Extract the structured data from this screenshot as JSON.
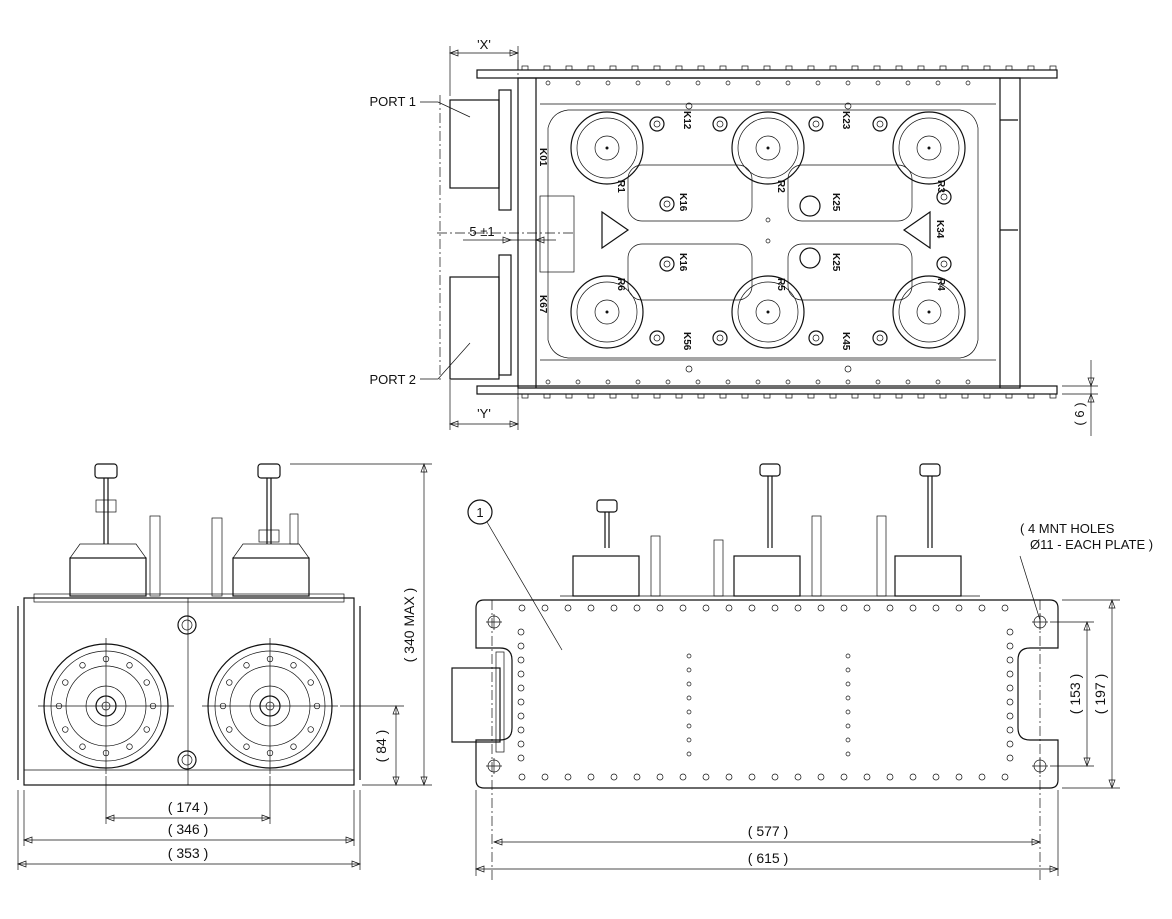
{
  "ports": {
    "port1": "PORT 1",
    "port2": "PORT 2"
  },
  "detail": {
    "x_ref": "'X'",
    "y_ref": "'Y'",
    "gap": "5 ±1",
    "plate": "( 6 )"
  },
  "cavities": {
    "resonators": [
      "R1",
      "R2",
      "R3",
      "R4",
      "R5",
      "R6"
    ],
    "couplings": [
      "K01",
      "K12",
      "K23",
      "K34",
      "K16",
      "K25",
      "K16",
      "K25",
      "K56",
      "K45",
      "K67"
    ]
  },
  "callouts": {
    "item": "1",
    "holes_line1": "( 4 MNT HOLES",
    "holes_line2": "Ø11 - EACH PLATE )"
  },
  "dimensions": {
    "height_max": "( 340 MAX )",
    "port_height": "( 84 )",
    "port_spacing": "( 174 )",
    "body_width": "( 346 )",
    "overall_width": "( 353 )",
    "hole_spacing_v": "( 153 )",
    "plate_height": "( 197 )",
    "hole_spacing_h": "( 577 )",
    "plate_length": "( 615 )"
  }
}
